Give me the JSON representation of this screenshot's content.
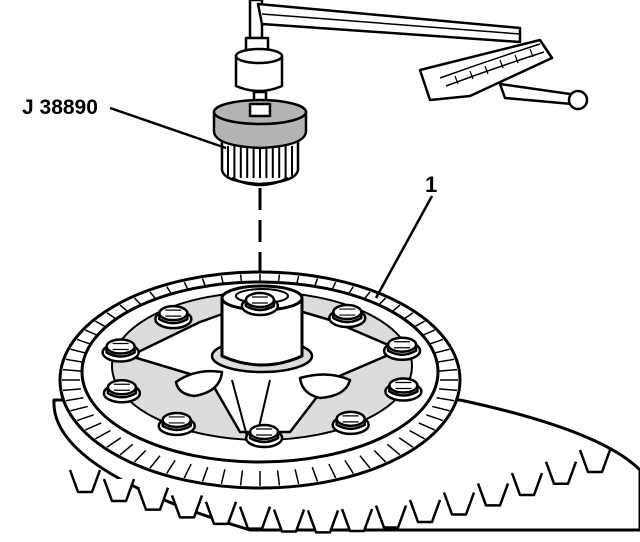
{
  "diagram": {
    "callouts": [
      {
        "id": "tool",
        "text": "J 38890"
      },
      {
        "id": "carrier",
        "text": "1"
      }
    ],
    "gear_teeth_count": 64,
    "ring_bolt_count": 10,
    "colors": {
      "ink": "#000000",
      "paper": "#ffffff",
      "shade": "#b4b4b4",
      "light": "#dcdcdc"
    }
  }
}
